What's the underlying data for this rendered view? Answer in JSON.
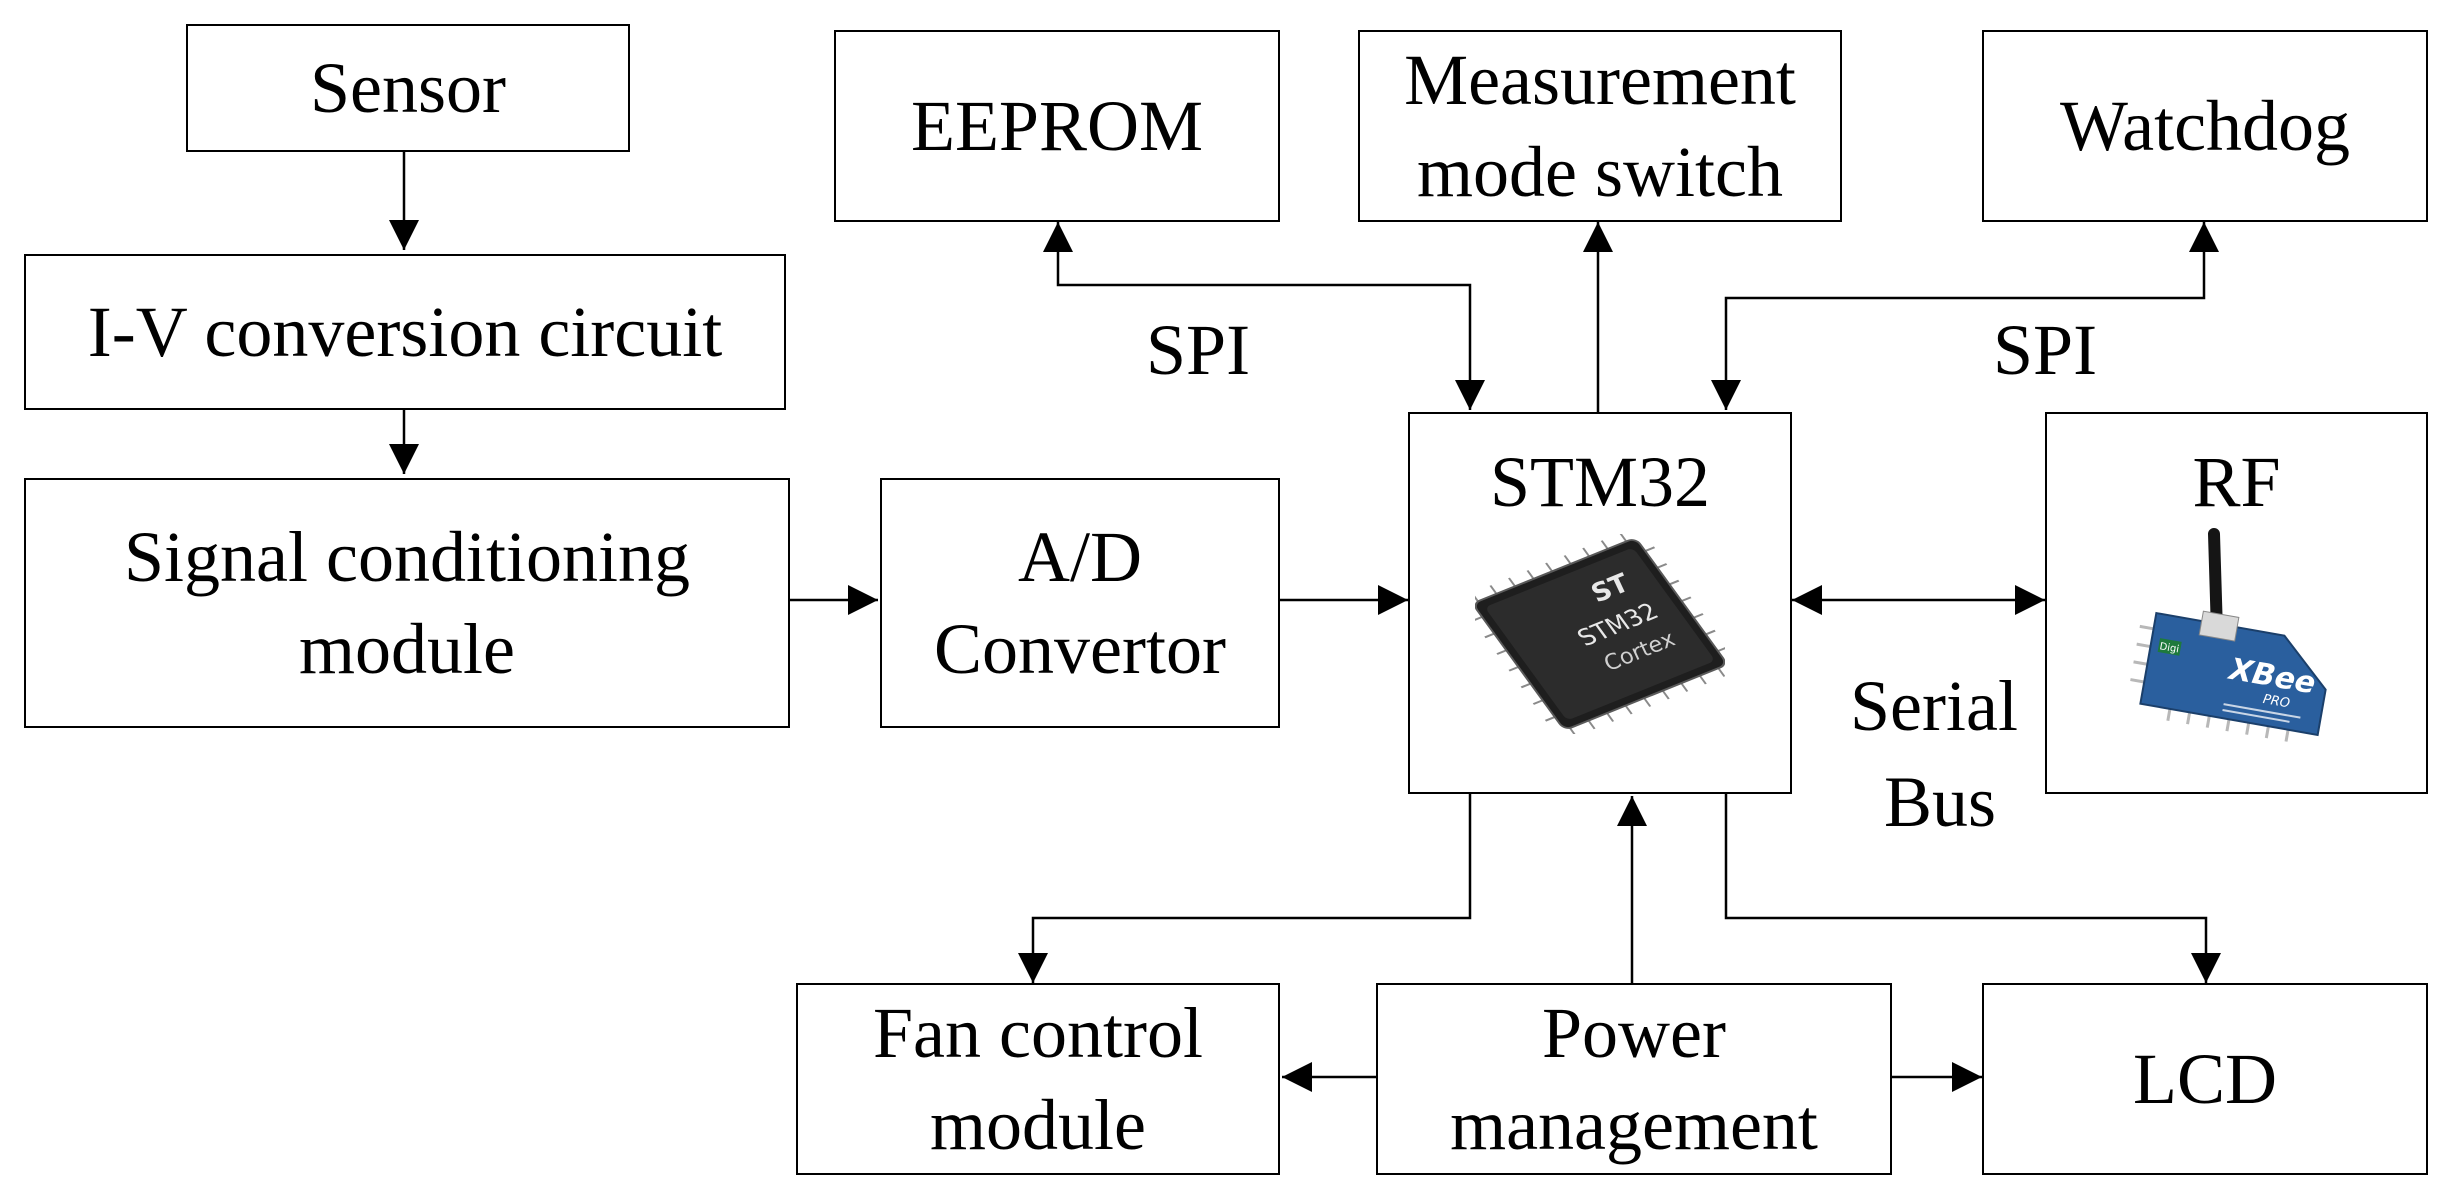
{
  "blocks": {
    "sensor": "Sensor",
    "iv_conversion": "I-V conversion circuit",
    "signal_conditioning": [
      "Signal conditioning",
      "module"
    ],
    "ad_convertor": [
      "A/D",
      "Convertor"
    ],
    "eeprom": "EEPROM",
    "measurement_switch": [
      "Measurement",
      "mode switch"
    ],
    "watchdog": "Watchdog",
    "stm32": "STM32",
    "rf": "RF",
    "fan_control": [
      "Fan control",
      "module"
    ],
    "power_management": [
      "Power",
      "management"
    ],
    "lcd": "LCD"
  },
  "chip_markings": {
    "logo": "ST",
    "part": "STM32",
    "core": "Cortex"
  },
  "module_markings": {
    "brand": "Digi",
    "product": "XBee",
    "variant": "PRO"
  },
  "connection_labels": {
    "spi_left": "SPI",
    "spi_right": "SPI",
    "serial_bus": [
      "Serial",
      "Bus"
    ]
  }
}
